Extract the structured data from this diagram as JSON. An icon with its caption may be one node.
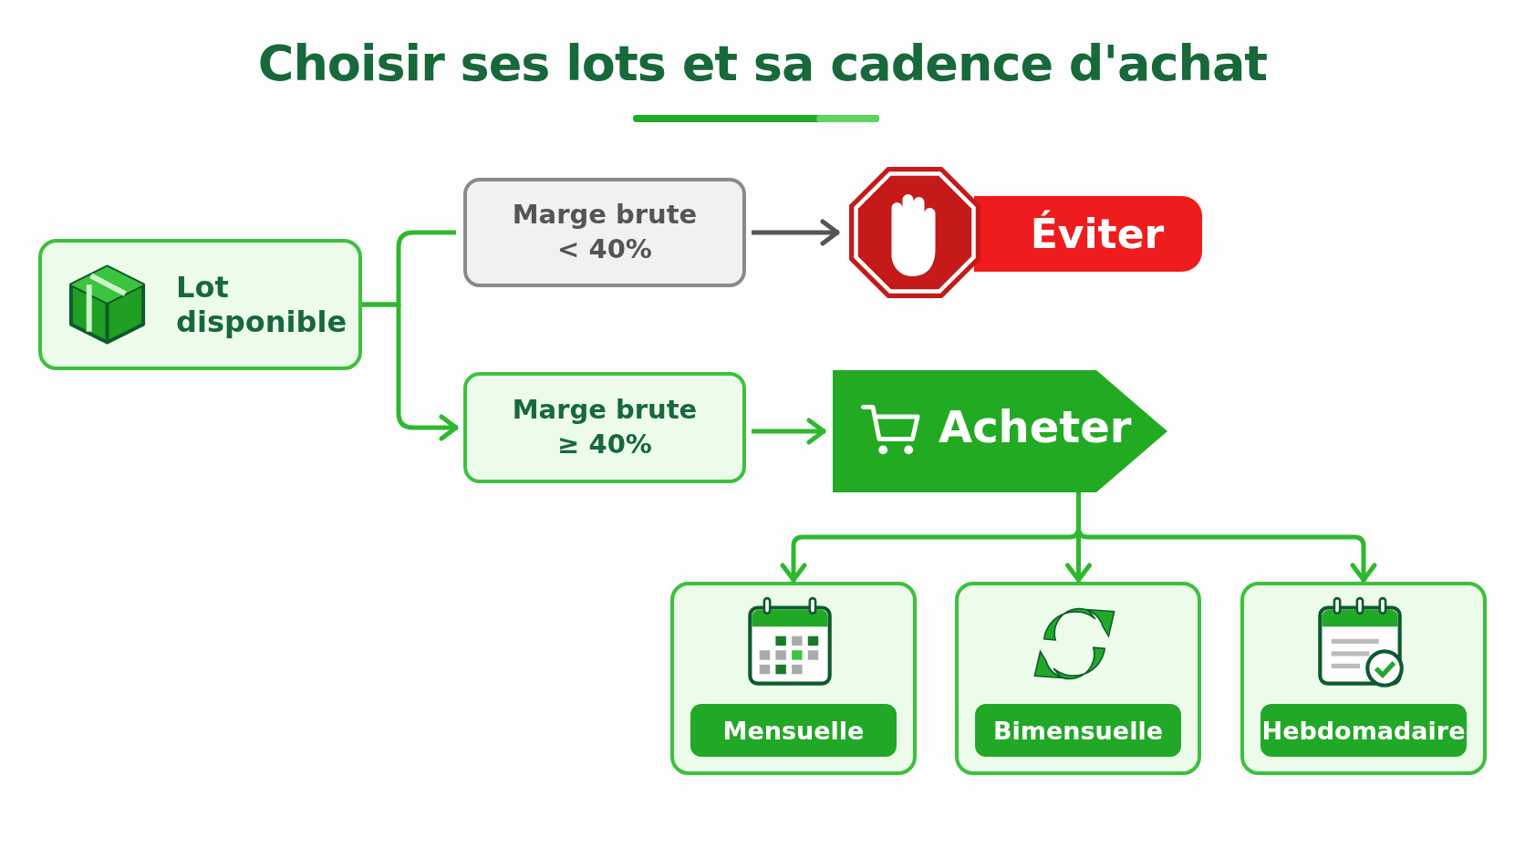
{
  "diagram": {
    "title": "Choisir ses lots et sa cadence d'achat",
    "nodes": [
      {
        "text": [
          "Lot disponible"
        ]
      },
      {
        "text": [
          "Marge brute < 40%"
        ]
      },
      {
        "text": [
          "Marge brute ≥ 40%"
        ]
      },
      {
        "text": [
          "Éviter"
        ]
      },
      {
        "text": [
          "Acheter"
        ]
      },
      {
        "text": [
          "Mensuelle"
        ]
      },
      {
        "text": [
          "Bimensuelle"
        ]
      },
      {
        "text": [
          "Hebdomadaire"
        ]
      }
    ],
    "edges": [
      {
        "from": 0,
        "to": 1,
        "arrow": "none"
      },
      {
        "from": 0,
        "to": 2,
        "arrow": "to"
      },
      {
        "from": 1,
        "to": 3,
        "arrow": "to",
        "color": "#555555"
      },
      {
        "from": 2,
        "to": 4,
        "arrow": "to"
      },
      {
        "from": 4,
        "to": 5,
        "arrow": "to"
      },
      {
        "from": 4,
        "to": 6,
        "arrow": "to"
      },
      {
        "from": 4,
        "to": 7,
        "arrow": "to"
      }
    ]
  }
}
